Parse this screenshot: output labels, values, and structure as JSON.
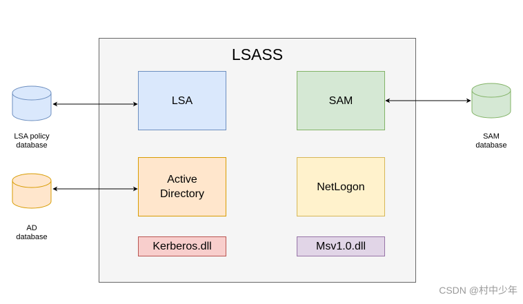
{
  "lsass": {
    "title": "LSASS"
  },
  "components": {
    "lsa": "LSA",
    "sam": "SAM",
    "active_directory": "Active\nDirectory",
    "netlogon": "NetLogon",
    "kerberos": "Kerberos.dll",
    "msv": "Msv1.0.dll"
  },
  "databases": {
    "lsa_policy": "LSA policy\ndatabase",
    "ad": "AD\ndatabase",
    "sam": "SAM\ndatabase"
  },
  "watermark": "CSDN @村中少年",
  "colors": {
    "lsa_db_fill": "#dae8fc",
    "lsa_db_stroke": "#6c8ebf",
    "ad_db_fill": "#ffe6cc",
    "ad_db_stroke": "#d79b00",
    "sam_db_fill": "#d5e8d4",
    "sam_db_stroke": "#82b366"
  }
}
